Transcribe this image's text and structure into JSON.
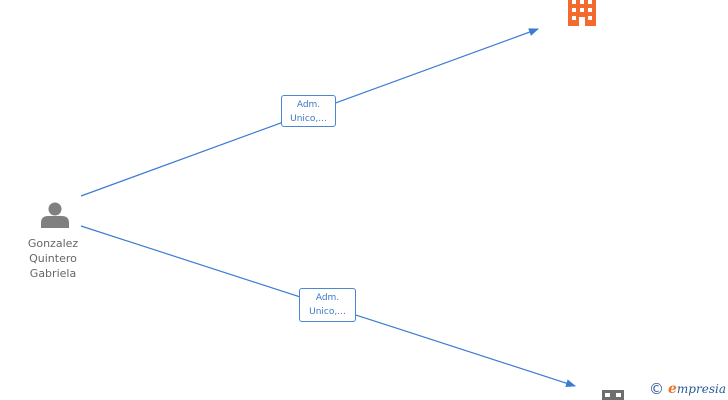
{
  "person": {
    "name_lines": [
      "Gonzalez",
      "Quintero",
      "Gabriela"
    ]
  },
  "relations": [
    {
      "line1": "Adm.",
      "line2": "Unico,..."
    },
    {
      "line1": "Adm.",
      "line2": "Unico,..."
    }
  ],
  "watermark": {
    "copyright": "©",
    "brand_initial": "e",
    "brand_rest": "mpresia"
  },
  "icons": {
    "person": "user-icon",
    "company_primary": "building-icon",
    "company_secondary": "building-icon"
  },
  "colors": {
    "edge": "#3a7bd5",
    "person": "#808080",
    "company_primary": "#f26a2e",
    "company_secondary": "#6e6e6e",
    "label_border": "#4a86d4"
  }
}
